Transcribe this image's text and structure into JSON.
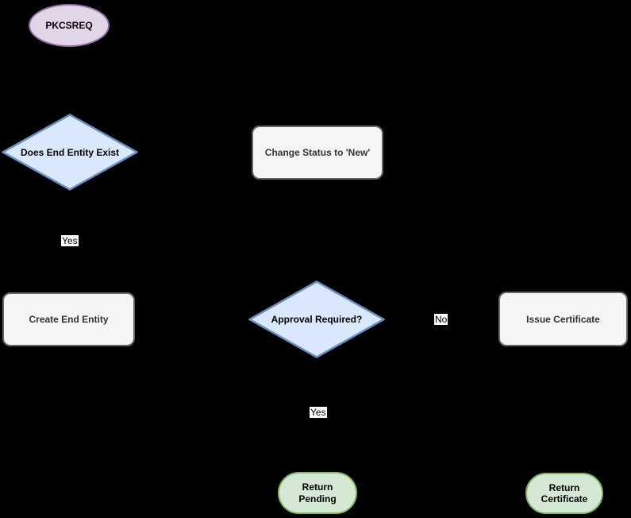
{
  "diagram": {
    "background_color": "#000000",
    "edge_label_background": "#FFFFFF",
    "palette": {
      "start_fill": "#E1D5E7",
      "start_stroke": "#9673A6",
      "decision_fill": "#DAE8FC",
      "decision_stroke": "#6C8EBF",
      "process_fill": "#F5F5F5",
      "process_stroke": "#666666",
      "process_text": "#333333",
      "terminator_fill": "#D5E8D4",
      "terminator_stroke": "#82B366",
      "node_text": "#000000"
    },
    "nodes": {
      "start": {
        "type": "ellipse",
        "label": "PKCSREQ"
      },
      "decision_end_entity": {
        "type": "decision",
        "label": "Does End Entity Exist"
      },
      "change_status": {
        "type": "process",
        "label": "Change Status to 'New'"
      },
      "create_end_entity": {
        "type": "process",
        "label": "Create End Entity"
      },
      "decision_approval": {
        "type": "decision",
        "label": "Approval Required?"
      },
      "issue_certificate": {
        "type": "process",
        "label": "Issue Certificate"
      },
      "return_pending": {
        "type": "terminator",
        "label": "Return Pending"
      },
      "return_certificate": {
        "type": "terminator",
        "label": "Return Certificate"
      }
    },
    "edge_labels": {
      "end_entity_yes": "Yes",
      "approval_no": "No",
      "approval_yes": "Yes"
    }
  }
}
